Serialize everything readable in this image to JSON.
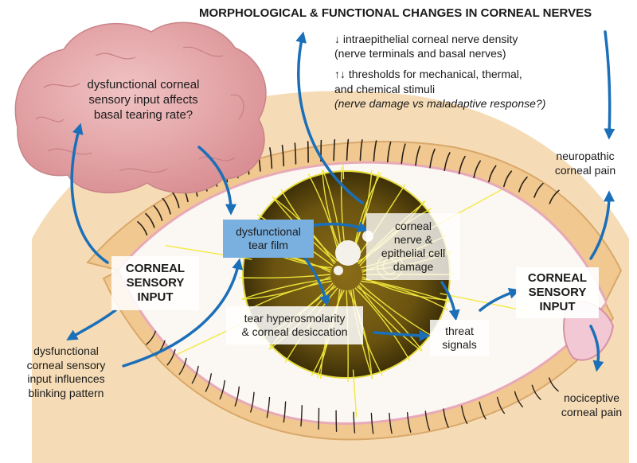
{
  "header": {
    "title": "MORPHOLOGICAL & FUNCTIONAL CHANGES IN CORNEAL NERVES",
    "line1": "↓ intraepithelial corneal nerve density",
    "line2": "(nerve terminals and basal nerves)",
    "line3": "↑↓ thresholds for mechanical, thermal,",
    "line4": "and chemical stimuli",
    "line5": "(nerve damage vs maladaptive response?)"
  },
  "brain_label": {
    "l1": "dysfunctional corneal",
    "l2": "sensory input affects",
    "l3": "basal tearing rate?"
  },
  "left_input": {
    "l1": "CORNEAL",
    "l2": "SENSORY",
    "l3": "INPUT"
  },
  "right_input": {
    "l1": "CORNEAL",
    "l2": "SENSORY",
    "l3": "INPUT"
  },
  "blink_label": {
    "l1": "dysfunctional",
    "l2": "corneal sensory",
    "l3": "input influences",
    "l4": "blinking pattern"
  },
  "tear_film": {
    "l1": "dysfunctional",
    "l2": "tear film"
  },
  "damage": {
    "l1": "corneal",
    "l2": "nerve &",
    "l3": "epithelial cell",
    "l4": "damage"
  },
  "hyperosm": {
    "l1": "tear hyperosmolarity",
    "l2": "& corneal desiccation"
  },
  "threat": {
    "l1": "threat",
    "l2": "signals"
  },
  "neuropathic": {
    "l1": "neuropathic",
    "l2": "corneal pain"
  },
  "nociceptive": {
    "l1": "nociceptive",
    "l2": "corneal pain"
  },
  "colors": {
    "arrow": "#1b6fb8",
    "skin": "#f5d6a8",
    "skin_outline": "#d9a86a",
    "iris": "#6b5410",
    "nerve": "#f2ea3c",
    "brain": "#e9aeb0",
    "tear_box": "#7ab0e0"
  }
}
